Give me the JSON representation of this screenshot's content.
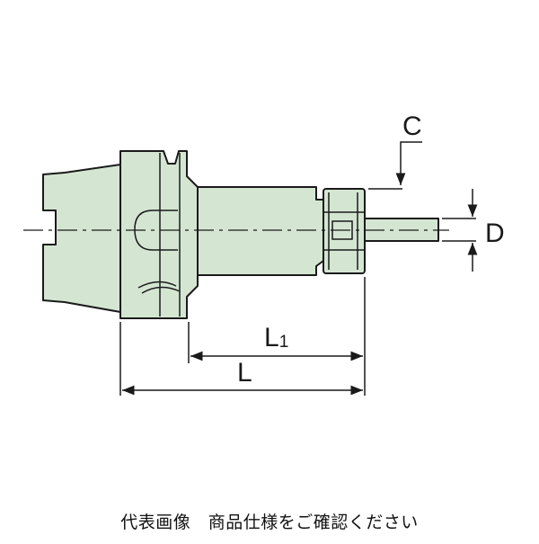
{
  "diagram": {
    "labels": {
      "c": "C",
      "d": "D",
      "l1_main": "L",
      "l1_sub": "1",
      "l": "L"
    },
    "colors": {
      "body_fill": "#d4e6d2",
      "outline": "#1a1a1a",
      "background": "#ffffff"
    }
  },
  "caption": "代表画像　商品仕様をご確認ください"
}
